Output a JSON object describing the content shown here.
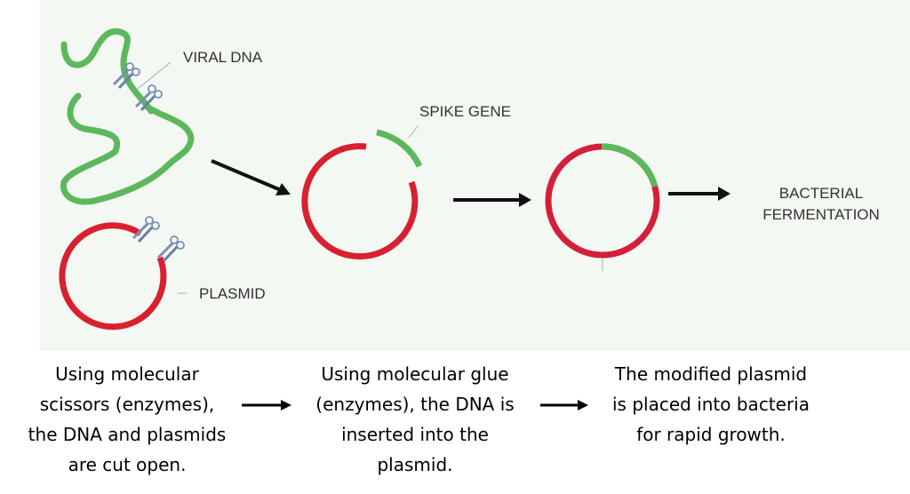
{
  "labels": {
    "viral_dna": "VIRAL DNA",
    "plasmid": "PLASMID",
    "spike_gene": "SPIKE GENE",
    "bacterial_1": "BACTERIAL",
    "bacterial_2": "FERMENTATION"
  },
  "captions": [
    {
      "lines": [
        "Using molecular",
        "scissors (enzymes),",
        "the DNA and plasmids",
        "are cut open."
      ]
    },
    {
      "lines": [
        "Using molecular glue",
        "(enzymes), the DNA is",
        "inserted into the",
        "plasmid."
      ]
    },
    {
      "lines": [
        "The modified plasmid",
        "is placed into bacteria",
        "for rapid growth."
      ]
    }
  ],
  "colors": {
    "dna": "#5cb85c",
    "plasmid": "#d9202f",
    "arrow": "#111111",
    "scissors": "#7a8fb5"
  }
}
